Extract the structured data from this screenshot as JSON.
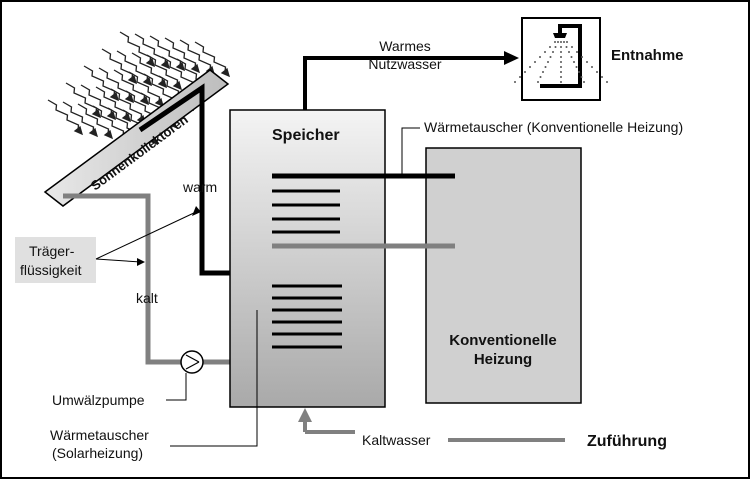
{
  "labels": {
    "solar_collector": "Sonnenkollektoren",
    "warm": "warm",
    "cold": "kalt",
    "carrier_fluid_line1": "Träger-",
    "carrier_fluid_line2": "flüssigkeit",
    "circulation_pump": "Umwälzpumpe",
    "solar_hx_line1": "Wärmetauscher",
    "solar_hx_line2": "(Solarheizung)",
    "storage": "Speicher",
    "hot_water_line1": "Warmes",
    "hot_water_line2": "Nutzwasser",
    "withdrawal": "Entnahme",
    "conventional_hx": "Wärmetauscher (Konventionelle Heizung)",
    "conventional_heating_line1": "Konventionelle",
    "conventional_heating_line2": "Heizung",
    "cold_water": "Kaltwasser",
    "supply": "Zuführung"
  },
  "colors": {
    "frame": "#000000",
    "hot_pipe": "#000000",
    "cold_pipe": "#808080",
    "tank_top": "#f4f4f4",
    "tank_bottom": "#a9a9a9",
    "heater_fill": "#d0d0d0",
    "label_bg": "#e0e0e0"
  }
}
